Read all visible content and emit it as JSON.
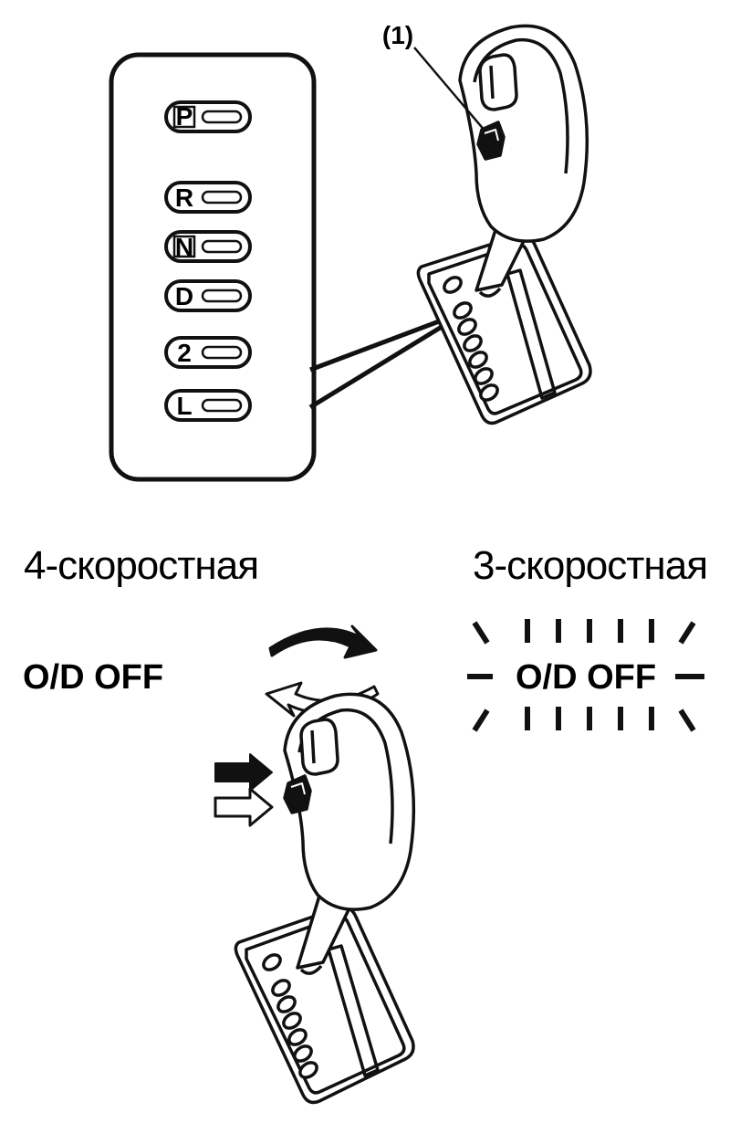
{
  "callout": {
    "label": "(1)"
  },
  "gear_positions": [
    "P",
    "R",
    "N",
    "D",
    "2",
    "L"
  ],
  "modes": {
    "four_speed": {
      "label": "4-скоростная",
      "indicator": "O/D OFF",
      "indicator_state": "off"
    },
    "three_speed": {
      "label": "3-скоростная",
      "indicator": "O/D OFF",
      "indicator_state": "lit"
    }
  },
  "colors": {
    "ink": "#111111",
    "paper": "#ffffff"
  }
}
